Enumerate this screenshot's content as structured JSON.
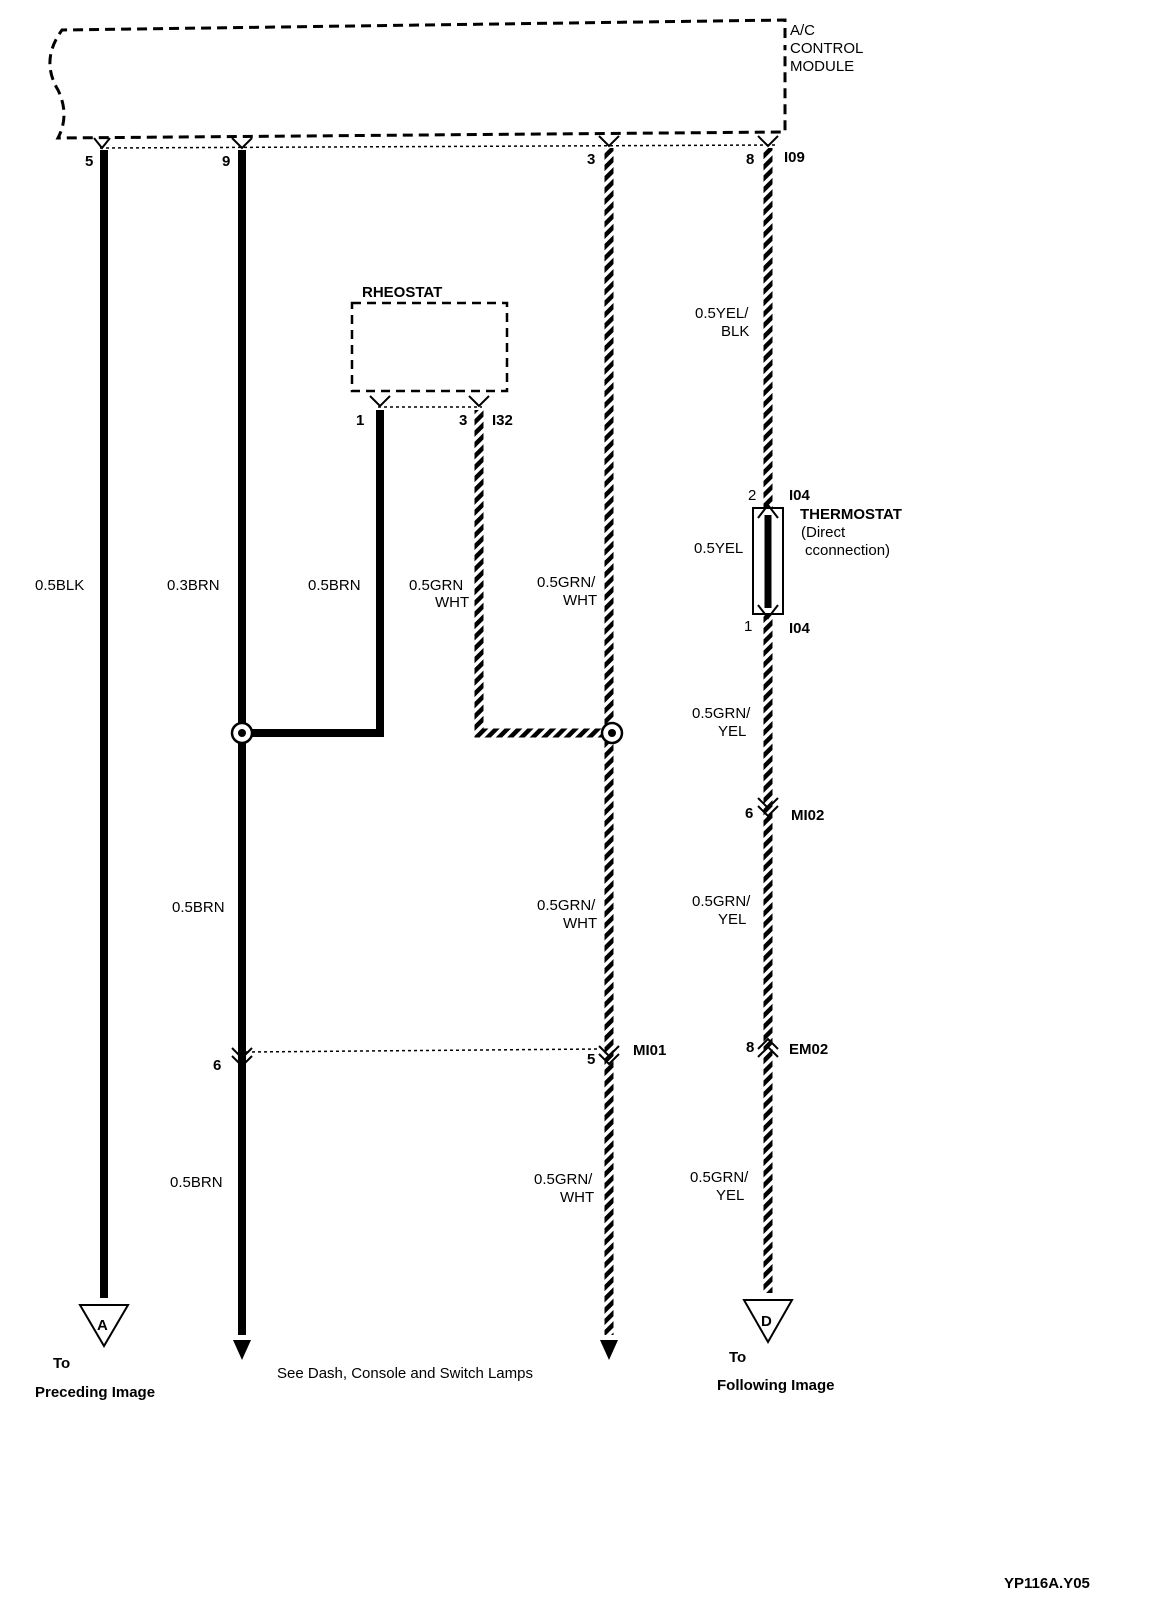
{
  "module": {
    "line1": "A/C",
    "line2": "CONTROL",
    "line3": "MODULE",
    "connector": "I09"
  },
  "module_pins": {
    "p5": "5",
    "p9": "9",
    "p3": "3",
    "p8": "8"
  },
  "rheostat": {
    "title": "RHEOSTAT",
    "pin1": "1",
    "pin3": "3",
    "connector": "I32"
  },
  "thermostat": {
    "title": "THERMOSTAT",
    "sub1": "(Direct",
    "sub2": "cconnection)",
    "pin_top": "2",
    "conn_top": "I04",
    "pin_bottom": "1",
    "conn_bottom": "I04"
  },
  "wires": {
    "w_blk": "0.5BLK",
    "w_brn_03": "0.3BRN",
    "w_brn_rheo": "0.5BRN",
    "w_grn_rheo_1": "0.5GRN",
    "w_grn_rheo_2": "WHT",
    "w_grn_mod_1": "0.5GRN/",
    "w_grn_mod_2": "WHT",
    "w_yelblk_1": "0.5YEL/",
    "w_yelblk_2": "BLK",
    "w_yel": "0.5YEL",
    "w_grnyel_a1": "0.5GRN/",
    "w_grnyel_a2": "YEL",
    "w_brn_mid": "0.5BRN",
    "w_grnwht_mid1": "0.5GRN/",
    "w_grnwht_mid2": "WHT",
    "w_grnyel_b1": "0.5GRN/",
    "w_grnyel_b2": "YEL",
    "w_brn_low": "0.5BRN",
    "w_grnwht_low1": "0.5GRN/",
    "w_grnwht_low2": "WHT",
    "w_grnyel_c1": "0.5GRN/",
    "w_grnyel_c2": "YEL"
  },
  "connectors": {
    "mi02_pin": "6",
    "mi02": "MI02",
    "em02_pin": "8",
    "em02": "EM02",
    "mi01_pin_left": "6",
    "mi01_pin_right": "5",
    "mi01": "MI01"
  },
  "offpage": {
    "a_letter": "A",
    "a_to": "To",
    "a_text": "Preceding Image",
    "d_letter": "D",
    "d_to": "To",
    "d_text": "Following Image",
    "dash_text": "See Dash, Console and Switch Lamps"
  },
  "figure_id": "YP116A.Y05"
}
